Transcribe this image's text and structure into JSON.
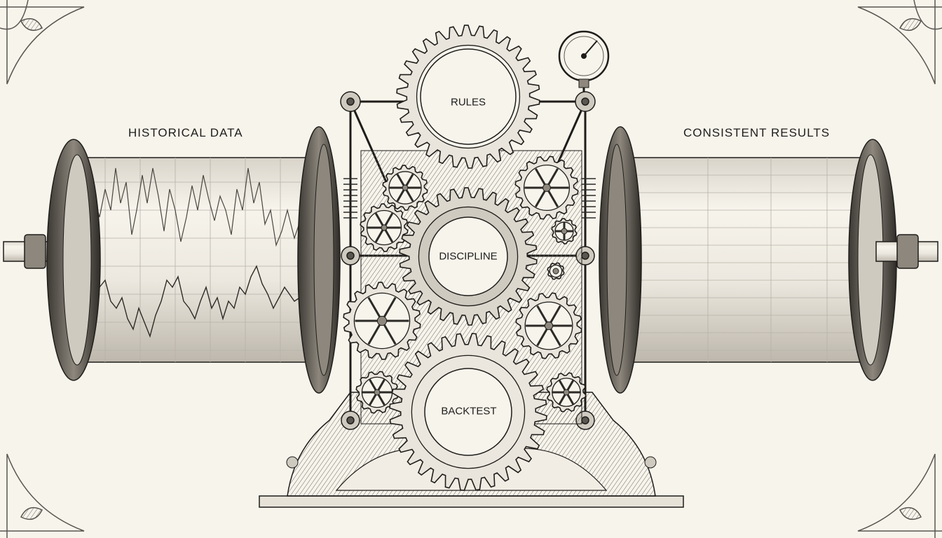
{
  "labels": {
    "historical_data": "HISTORICAL DATA",
    "consistent_results": "CONSISTENT RESULTS",
    "rules": "RULES",
    "discipline": "DISCIPLINE",
    "backtest": "BACKTEST"
  },
  "colors": {
    "paper": "#f7f4ec",
    "ink": "#1f1d1a",
    "metal": "#6e6a63",
    "metal_light": "#cfcac0",
    "roller": "#ebe7de"
  }
}
